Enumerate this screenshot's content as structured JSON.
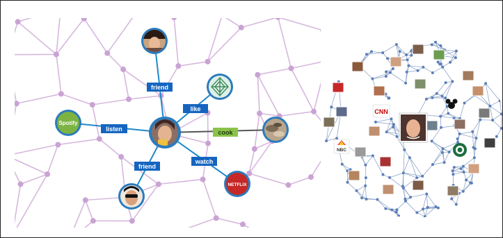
{
  "graph": {
    "center": {
      "name": "center-person"
    },
    "edges": [
      {
        "id": "friend-top",
        "label": "friend",
        "color": "#1565c0"
      },
      {
        "id": "like",
        "label": "like",
        "color": "#1565c0"
      },
      {
        "id": "listen",
        "label": "listen",
        "color": "#1565c0"
      },
      {
        "id": "cook",
        "label": "cook",
        "color": "#8bc34a"
      },
      {
        "id": "watch",
        "label": "watch",
        "color": "#1565c0"
      },
      {
        "id": "friend-bottom",
        "label": "friend",
        "color": "#1565c0"
      }
    ],
    "logos": {
      "spotify": "Spotify",
      "netflix": "NETFLIX",
      "cnn": "CNN",
      "nbc": "NBC"
    }
  },
  "colors": {
    "mesh_left": "#d7b7de",
    "mesh_node_left": "#c9a3d3",
    "mesh_right": "#8fa5c9",
    "mesh_node_right": "#5b7fb8",
    "node_ring": "#2b7bbd",
    "label_blue": "#1565c0",
    "label_green": "#8bc34a",
    "spotify_green": "#7cb342",
    "netflix_red": "#c62828"
  }
}
